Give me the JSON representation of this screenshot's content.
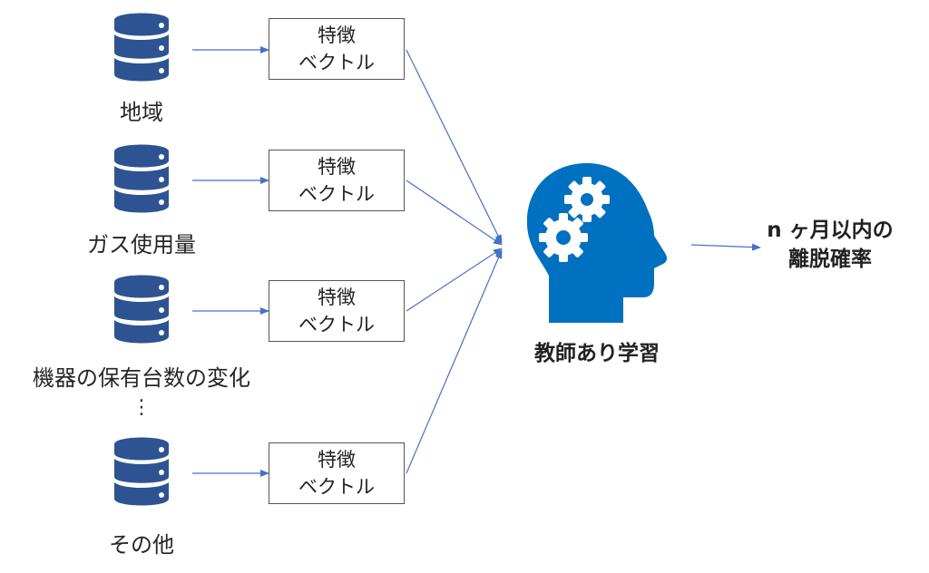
{
  "sources": [
    {
      "label": "地域"
    },
    {
      "label": "ガス使用量"
    },
    {
      "label": "機器の保有台数の変化"
    },
    {
      "label": "その他"
    }
  ],
  "ellipsis": "⋮",
  "feature_box": {
    "line1": "特徴",
    "line2": "ベクトル"
  },
  "learner": {
    "label": "教師あり学習",
    "icon": "head-gears-icon"
  },
  "output": {
    "line1": "n ヶ月以内の",
    "line2": "離脱確率"
  },
  "colors": {
    "database": "#2e5392",
    "arrow": "#4472c4",
    "head": "#0071c1",
    "box_border": "#555555"
  }
}
